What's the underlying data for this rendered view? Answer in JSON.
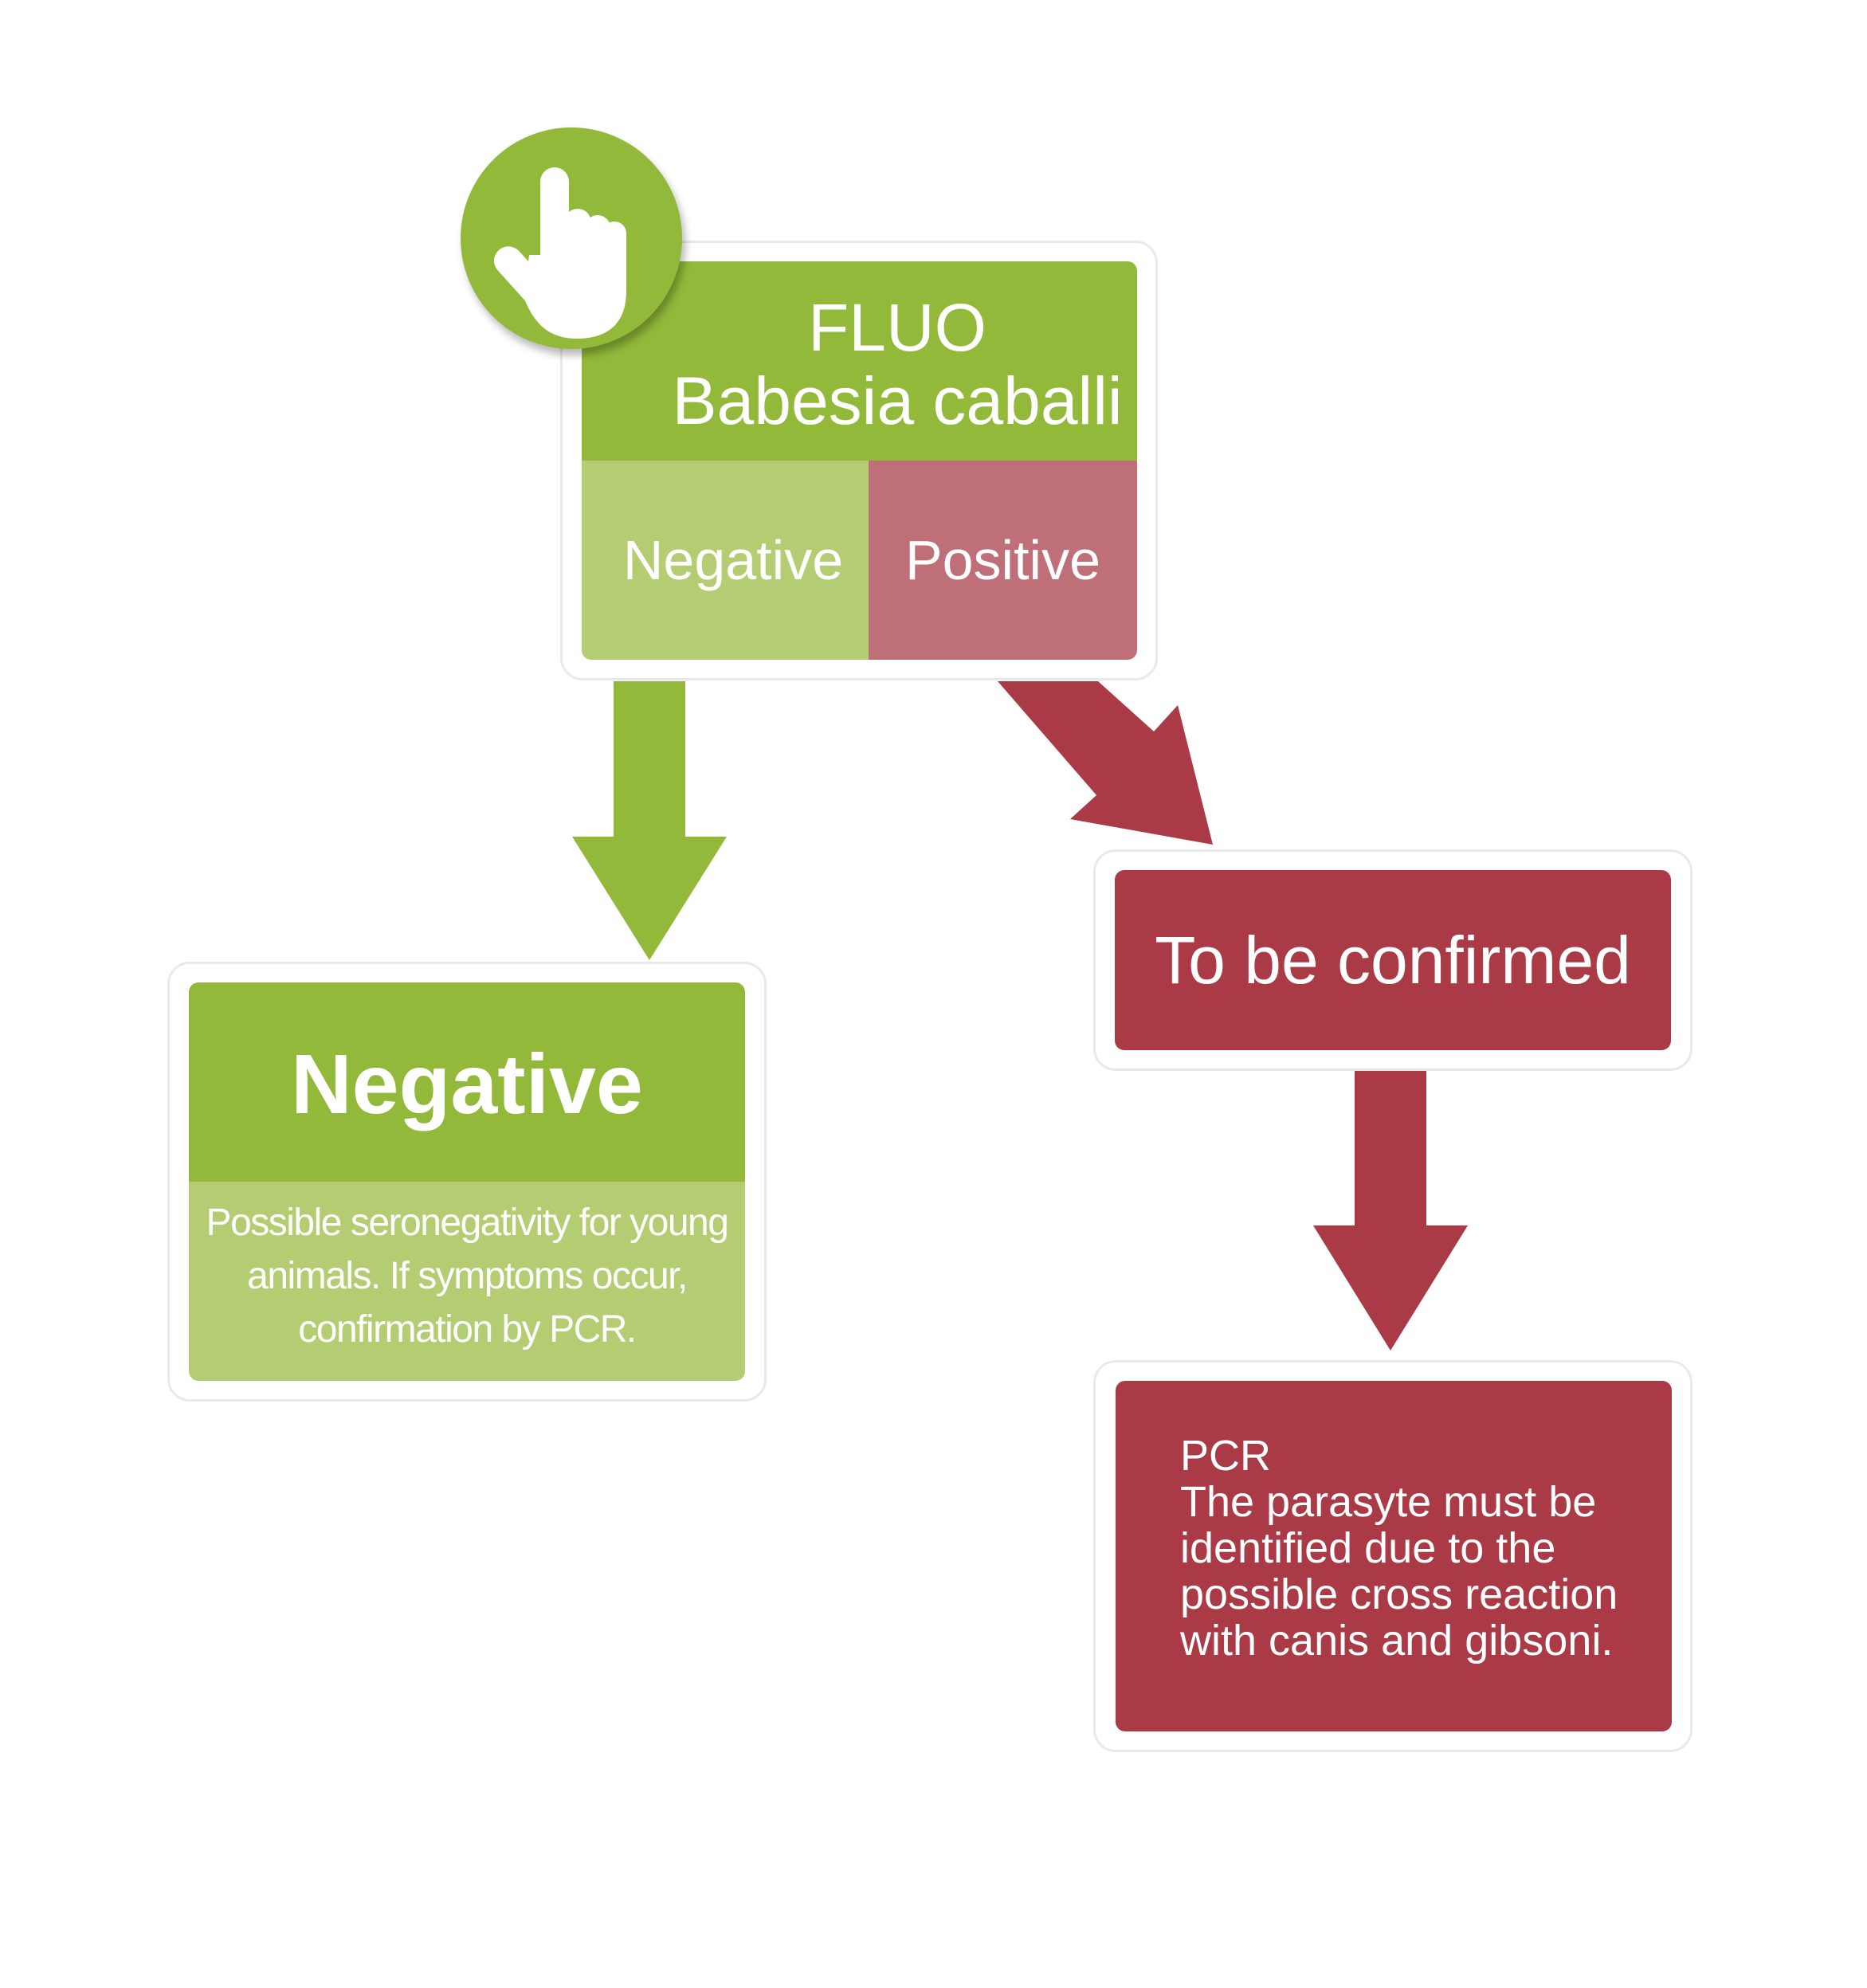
{
  "colors": {
    "green": "#92b93a",
    "light_green": "#b5cd72",
    "red": "#aa3b46",
    "pink": "#bf6f77",
    "frame_border": "#e9e9e9"
  },
  "start_node": {
    "icon": "pointing-hand-icon",
    "title_line1": "FLUO",
    "title_line2": "Babesia caballi",
    "negative_label": "Negative",
    "positive_label": "Positive"
  },
  "negative_node": {
    "title": "Negative",
    "description_line1": "Possible seronegativity for young",
    "description_line2": "animals.  If symptoms occur,",
    "description_line3": "confirmation by PCR."
  },
  "confirm_node": {
    "title": "To be confirmed"
  },
  "pcr_node": {
    "line1": "PCR",
    "line2": "The parasyte must be",
    "line3": "identified due to the",
    "line4": "possible cross reaction",
    "line5": "with canis and gibsoni."
  }
}
